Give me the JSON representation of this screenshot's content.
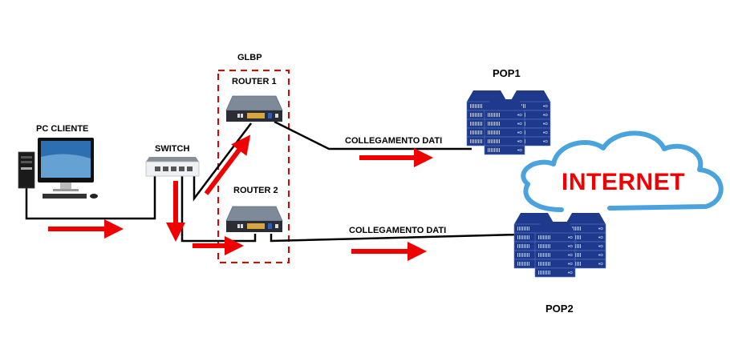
{
  "title": "GLBP network diagram",
  "nodes": {
    "pc": {
      "label": "PC CLIENTE",
      "icon": "desktop-computer-icon"
    },
    "switch": {
      "label": "SWITCH",
      "icon": "network-switch-icon"
    },
    "glbp_group": {
      "label": "GLBP"
    },
    "router1": {
      "label": "ROUTER 1",
      "icon": "router-icon"
    },
    "router2": {
      "label": "ROUTER 2",
      "icon": "router-icon"
    },
    "pop1": {
      "label": "POP1",
      "icon": "server-rack-icon"
    },
    "pop2": {
      "label": "POP2",
      "icon": "server-rack-icon"
    },
    "internet": {
      "label": "INTERNET",
      "icon": "cloud-icon"
    }
  },
  "links": [
    {
      "from": "pc",
      "to": "switch"
    },
    {
      "from": "switch",
      "to": "router1"
    },
    {
      "from": "switch",
      "to": "router2"
    },
    {
      "from": "router1",
      "to": "pop1",
      "label": "COLLEGAMENTO DATI"
    },
    {
      "from": "router2",
      "to": "pop2",
      "label": "COLLEGAMENTO DATI"
    }
  ],
  "colors": {
    "arrow": "#f00000",
    "cable": "#000000",
    "glbp_border": "#e00000",
    "server": "#1f3a8c",
    "cloud": "#4aa3dc",
    "internet_text": "#f00000"
  }
}
